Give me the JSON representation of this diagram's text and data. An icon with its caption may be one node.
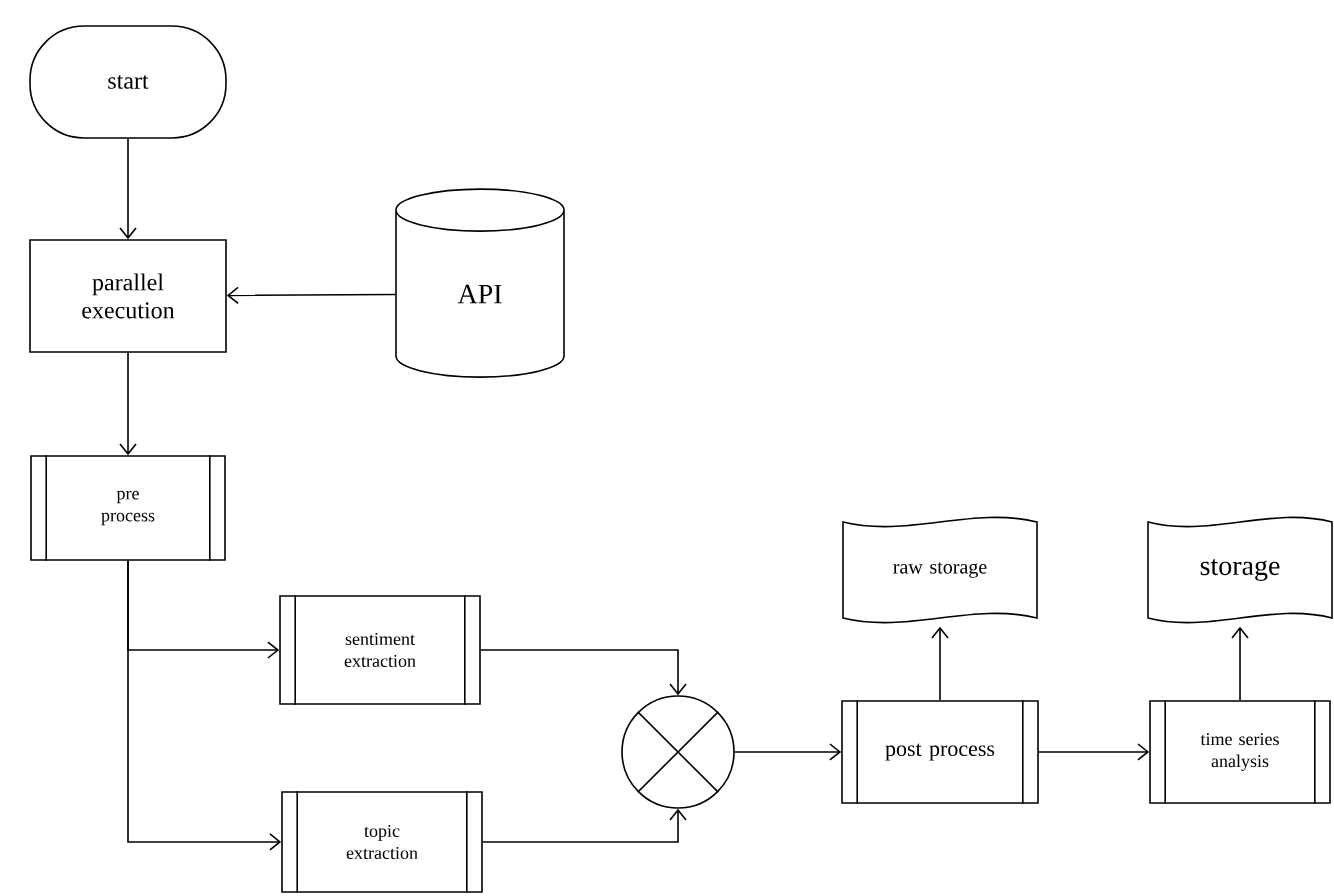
{
  "diagram": {
    "nodes": [
      {
        "text": [
          "start"
        ]
      },
      {
        "text": [
          "parallel execution"
        ]
      },
      {
        "text": [
          "API"
        ]
      },
      {
        "text": [
          "pre process"
        ]
      },
      {
        "text": [
          "sentiment extraction"
        ]
      },
      {
        "text": [
          "topic extraction"
        ]
      },
      {
        "text": [],
        "shape": "circle"
      },
      {
        "text": [
          "post process"
        ]
      },
      {
        "text": [
          "time series analysis"
        ]
      },
      {
        "text": [
          "raw storage"
        ]
      },
      {
        "text": [
          "storage"
        ]
      }
    ],
    "edges": [
      {
        "from": 0,
        "to": 1,
        "arrow": "to"
      },
      {
        "from": 2,
        "to": 1,
        "arrow": "to"
      },
      {
        "from": 1,
        "to": 3,
        "arrow": "to"
      },
      {
        "from": 3,
        "to": 4,
        "arrow": "to"
      },
      {
        "from": 3,
        "to": 5,
        "arrow": "to"
      },
      {
        "from": 4,
        "to": 6,
        "arrow": "to"
      },
      {
        "from": 5,
        "to": 6,
        "arrow": "to"
      },
      {
        "from": 6,
        "to": 7,
        "arrow": "to"
      },
      {
        "from": 7,
        "to": 9,
        "arrow": "to"
      },
      {
        "from": 7,
        "to": 8,
        "arrow": "to"
      },
      {
        "from": 8,
        "to": 10,
        "arrow": "to"
      }
    ]
  }
}
